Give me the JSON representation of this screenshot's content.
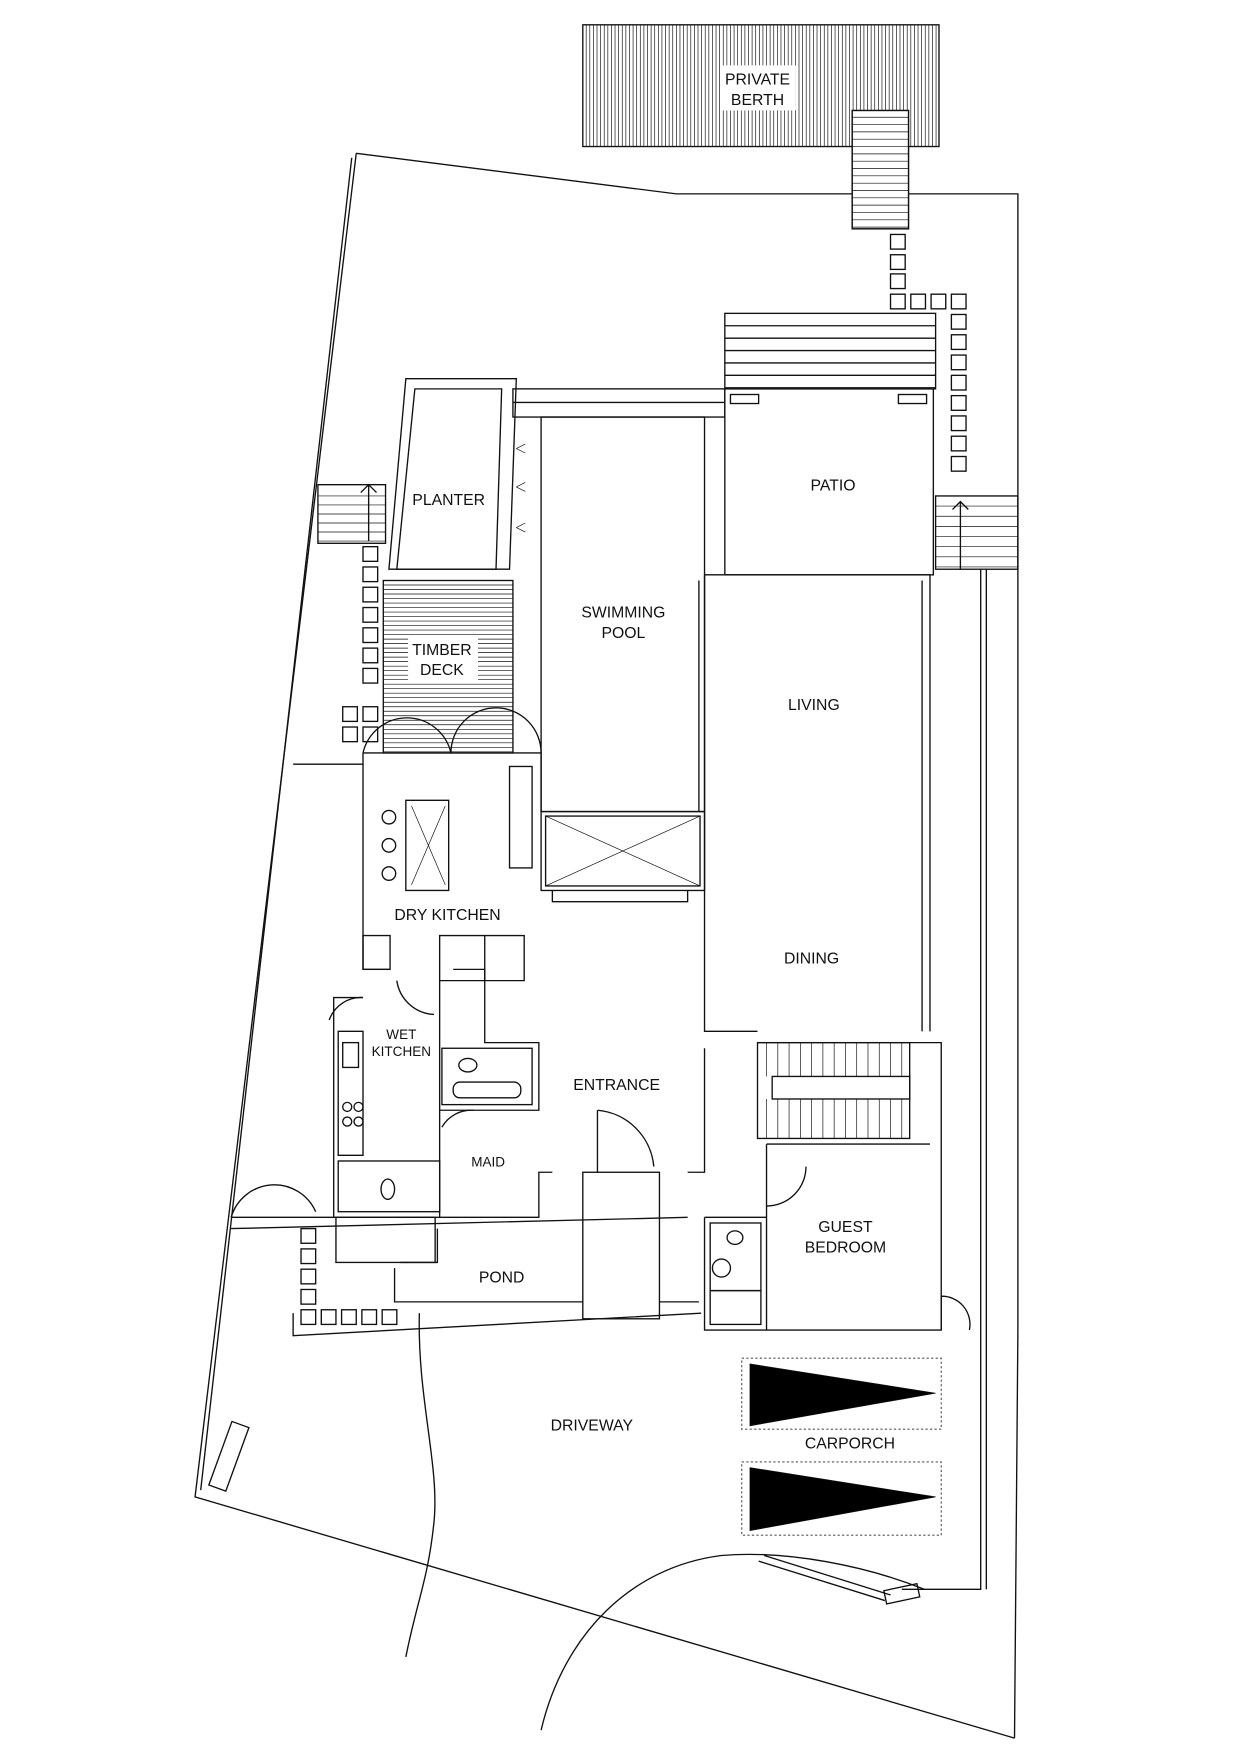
{
  "plan": {
    "rooms": {
      "berth_1": "PRIVATE",
      "berth_2": "BERTH",
      "patio": "PATIO",
      "planter": "PLANTER",
      "pool_1": "SWIMMING",
      "pool_2": "POOL",
      "deck_1": "TIMBER",
      "deck_2": "DECK",
      "living": "LIVING",
      "dry_kitchen": "DRY KITCHEN",
      "dining": "DINING",
      "wet_kitchen_1": "WET",
      "wet_kitchen_2": "KITCHEN",
      "entrance": "ENTRANCE",
      "maid": "MAID",
      "guest_1": "GUEST",
      "guest_2": "BEDROOM",
      "pond": "POND",
      "driveway": "DRIVEWAY",
      "carporch": "CARPORCH"
    },
    "line_color": "#111111"
  }
}
